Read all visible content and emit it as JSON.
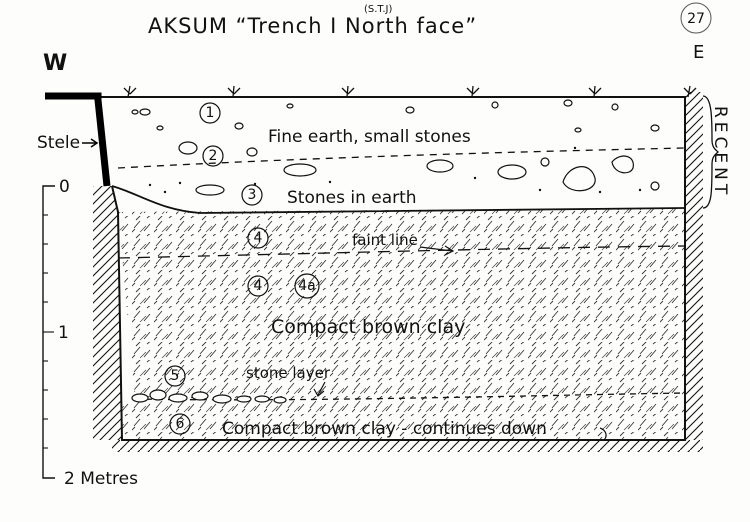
{
  "title": "AKSUM   “Trench I North face”",
  "sheet_note": "(S.T.J)",
  "page_number": "27",
  "compass": {
    "west": "W",
    "east": "E"
  },
  "side_label": "RECENT",
  "stele_label": "Stele",
  "scale": {
    "zero": "0",
    "one": "1",
    "two": "2 Metres"
  },
  "layers": [
    {
      "number": "1",
      "description": "Fine earth, small stones"
    },
    {
      "number": "2",
      "description": ""
    },
    {
      "number": "3",
      "description": "Stones in earth"
    },
    {
      "number": "4",
      "description": "faint line"
    },
    {
      "number": "4",
      "description": ""
    },
    {
      "number": "4a",
      "description": "Compact brown clay"
    },
    {
      "number": "5",
      "description": "stone layer"
    },
    {
      "number": "6",
      "description": "Compact brown clay - continues down"
    }
  ]
}
